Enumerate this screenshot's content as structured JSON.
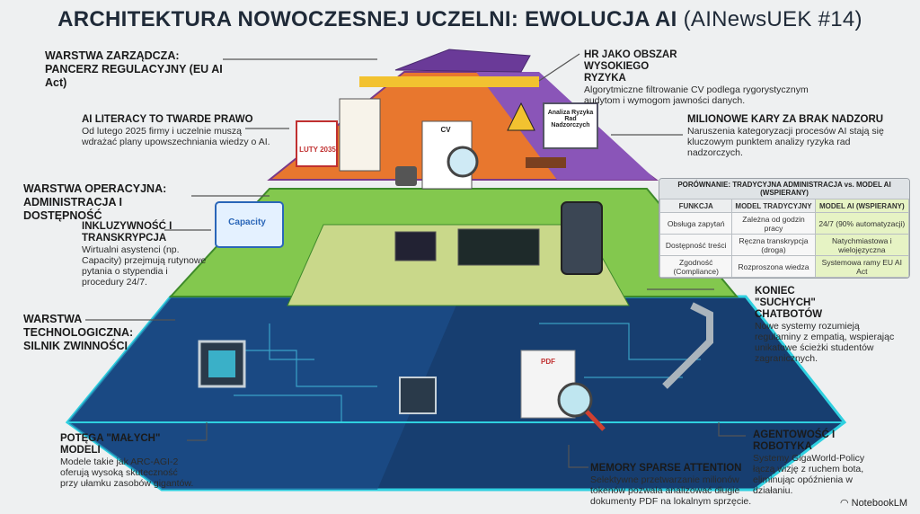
{
  "title": {
    "main": "ARCHITEKTURA NOWOCZESNEJ UCZELNI: EWOLUCJA AI",
    "suffix": "(AINewsUEK #14)"
  },
  "labels": {
    "governance": {
      "title": "WARSTWA ZARZĄDCZA: PANCERZ REGULACYJNY (EU AI Act)"
    },
    "ai_literacy": {
      "title": "AI LITERACY TO TWARDE PRAWO",
      "text": "Od lutego 2025 firmy i uczelnie muszą wdrażać plany upowszechniania wiedzy o AI."
    },
    "operational": {
      "title": "WARSTWA OPERACYJNA: ADMINISTRACJA I DOSTĘPNOŚĆ"
    },
    "inclusivity": {
      "title": "INKLUZYWNOŚĆ I TRANSKRYPCJA",
      "text": "Wirtualni asystenci (np. Capacity) przejmują rutynowe pytania o stypendia i procedury 24/7."
    },
    "technological": {
      "title": "WARSTWA TECHNOLOGICZNA: SILNIK ZWINNOŚCI"
    },
    "small_models": {
      "title": "POTĘGA \"MAŁYCH\" MODELI",
      "text": "Modele takie jak ARC-AGI-2 oferują wysoką skuteczność przy ułamku zasobów gigantów."
    },
    "hr": {
      "title": "HR JAKO OBSZAR WYSOKIEGO RYZYKA",
      "text": "Algorytmiczne filtrowanie CV podlega rygorystycznym audytom i wymogom jawności danych."
    },
    "fines": {
      "title": "MILIONOWE KARY ZA BRAK NADZORU",
      "text": "Naruszenia kategoryzacji procesów AI stają się kluczowym punktem analizy ryzyka rad nadzorczych."
    },
    "chatbots": {
      "title": "KONIEC \"SUCHYCH\" CHATBOTÓW",
      "text": "Nowe systemy rozumieją regulaminy z empatią, wspierając unikatowe ścieżki studentów zagranicznych."
    },
    "memory": {
      "title": "MEMORY SPARSE ATTENTION",
      "text": "Selektywne przetwarzanie milionów tokenów pozwala analizować długie dokumenty PDF na lokalnym sprzęcie."
    },
    "agentic": {
      "title": "AGENTOWOŚĆ I ROBOTYKA",
      "text": "Systemy GigaWorld-Policy łączą wizję z ruchem bota, eliminując opóźnienia w działaniu."
    }
  },
  "illustration": {
    "calendar": "LUTY 2035",
    "cv": "CV",
    "board": "Analiza Ryzyka Rad Nadzorczych",
    "assistant": "Capacity",
    "pdf": "PDF"
  },
  "table": {
    "caption": "PORÓWNANIE: TRADYCYJNA ADMINISTRACJA vs. MODEL AI (WSPIERANY)",
    "headers": [
      "FUNKCJA",
      "MODEL TRADYCYJNY",
      "MODEL AI (WSPIERANY)"
    ],
    "rows": [
      [
        "Obsługa zapytań",
        "Zależna od godzin pracy",
        "24/7 (90% automatyzacji)"
      ],
      [
        "Dostępność treści",
        "Ręczna transkrypcja (droga)",
        "Natychmiastowa i wielojęzyczna"
      ],
      [
        "Zgodność (Compliance)",
        "Rozproszona wiedza",
        "Systemowa ramy EU AI Act"
      ]
    ]
  },
  "watermark": "NotebookLM",
  "colors": {
    "top_tier": "#e8772e",
    "top_side": "#8a55b8",
    "middle_tier": "#7cc84a",
    "bottom_tier": "#1d4f8c",
    "accent_cyan": "#2fd0e0"
  }
}
